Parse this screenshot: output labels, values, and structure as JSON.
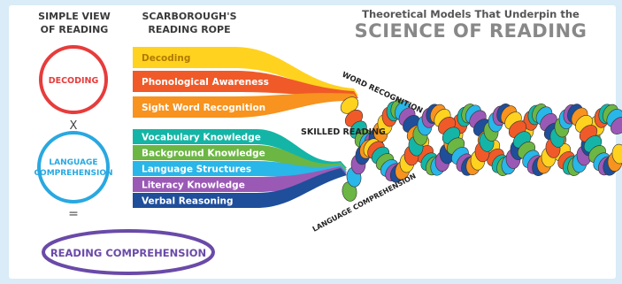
{
  "header": {
    "simple_view_line1": "SIMPLE VIEW",
    "simple_view_line2": "OF READING",
    "rope_line1": "SCARBOROUGH'S",
    "rope_line2": "READING ROPE",
    "subtitle": "Theoretical Models That Underpin the",
    "title": "SCIENCE OF READING"
  },
  "simple_view": {
    "decoding": "DECODING",
    "times": "X",
    "language_line1": "LANGUAGE",
    "language_line2": "COMPREHENSION",
    "equals": "=",
    "result": "READING COMPREHENSION"
  },
  "rope": {
    "decoding_strands": [
      "Decoding",
      "Phonological Awareness",
      "Sight Word Recognition"
    ],
    "language_strands": [
      "Vocabulary Knowledge",
      "Background Knowledge",
      "Language Structures",
      "Literacy Knowledge",
      "Verbal Reasoning"
    ],
    "word_recognition": "WORD RECOGNITION",
    "skilled_reading": "SKILLED READING",
    "language_comprehension": "LANGUAGE COMPREHENSION"
  },
  "colors": {
    "decoding_circle": "#e73c3c",
    "language_circle": "#29a8e0",
    "result_ellipse": "#6a4aa8",
    "strand_yellow": "#ffd21f",
    "strand_orange_red": "#f05a28",
    "strand_orange": "#f7931e",
    "strand_teal": "#14b5a6",
    "strand_green": "#6cb644",
    "strand_cyan": "#29b6e8",
    "strand_purple": "#9b59b6",
    "strand_navy": "#1f4e9a"
  }
}
